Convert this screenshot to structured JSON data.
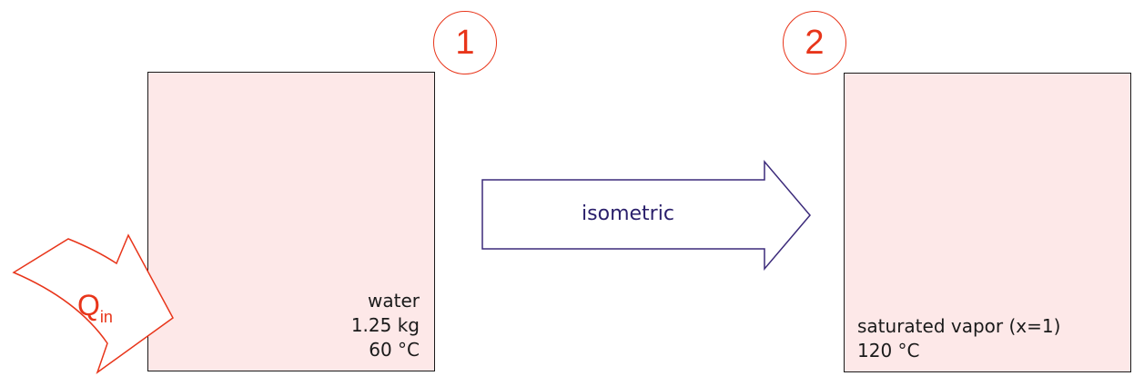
{
  "states": [
    {
      "number": "1",
      "lines": [
        "water",
        "1.25 kg",
        "60 °C"
      ]
    },
    {
      "number": "2",
      "lines": [
        "saturated vapor (x=1)",
        "120 °C"
      ]
    }
  ],
  "process": {
    "label": "isometric"
  },
  "heat": {
    "symbol": "Q",
    "subscript": "in"
  },
  "colors": {
    "box_fill": "#fde8e8",
    "accent_red": "#e8351a",
    "arrow_stroke": "#3b2a7a",
    "text_dark": "#1a1a1a"
  }
}
